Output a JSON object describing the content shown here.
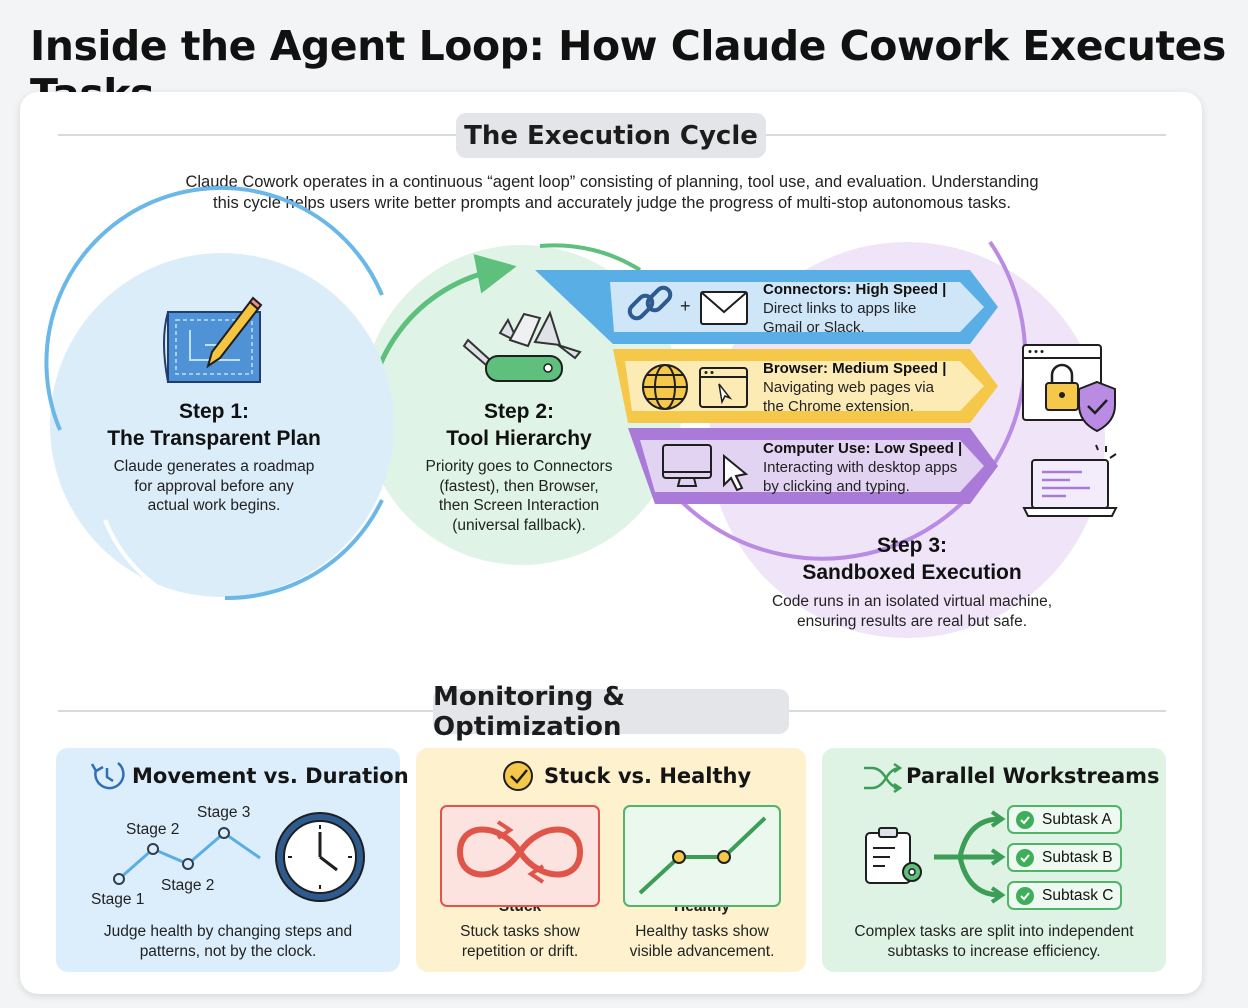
{
  "title": "Inside the Agent Loop: How Claude Cowork Executes Tasks",
  "execution": {
    "heading": "The Execution Cycle",
    "intro_line1": "Claude Cowork operates in a continuous “agent loop” consisting of planning, tool use, and evaluation. Understanding",
    "intro_line2": "this cycle helps users write better prompts and accurately judge the progress of multi-stop autonomous tasks.",
    "step1": {
      "title_line1": "Step 1:",
      "title_line2": "The Transparent Plan",
      "desc": [
        "Claude generates a roadmap",
        "for approval before any",
        "actual work begins."
      ],
      "icon": "blueprint-pencil-icon"
    },
    "step2": {
      "title_line1": "Step 2:",
      "title_line2": "Tool Hierarchy",
      "desc": [
        "Priority goes to Connectors",
        "(fastest), then Browser,",
        "then Screen Interaction",
        "(universal fallback)."
      ],
      "icon": "multitool-icon"
    },
    "step3": {
      "title_line1": "Step 3:",
      "title_line2": "Sandboxed Execution",
      "desc": [
        "Code runs in an isolated virtual machine,",
        "ensuring results are real but safe."
      ],
      "icons": [
        "locked-window-shield-icon",
        "laptop-code-icon"
      ]
    },
    "tools": [
      {
        "title": "Connectors: High Speed |",
        "desc": [
          "Direct links to apps like",
          "Gmail or Slack."
        ],
        "color": "#5aaee6",
        "plus": "+"
      },
      {
        "title": "Browser: Medium Speed |",
        "desc": [
          "Navigating web pages via",
          "the Chrome extension."
        ],
        "color": "#f6c84a"
      },
      {
        "title": "Computer Use: Low Speed |",
        "desc": [
          "Interacting with desktop apps",
          "by clicking and typing."
        ],
        "color": "#a97ad8"
      }
    ]
  },
  "monitoring": {
    "heading": "Monitoring & Optimization",
    "panels": [
      {
        "title": "Movement vs. Duration",
        "icon": "clock-refresh-icon",
        "labels": [
          "Stage 1",
          "Stage 2",
          "Stage 2",
          "Stage 3"
        ],
        "desc": [
          "Judge health by changing steps and",
          "patterns, not by the clock."
        ],
        "color": "#dceefb"
      },
      {
        "title": "Stuck vs. Healthy",
        "icon": "check-circle-icon",
        "stuck_label": "Stuck",
        "healthy_label": "Healthy",
        "stuck_desc": [
          "Stuck tasks show",
          "repetition or drift."
        ],
        "healthy_desc": [
          "Healthy tasks show",
          "visible advancement."
        ],
        "color": "#fdf2cd"
      },
      {
        "title": "Parallel Workstreams",
        "icon": "shuffle-icon",
        "subtasks": [
          "Subtask A",
          "Subtask B",
          "Subtask C"
        ],
        "desc": [
          "Complex tasks are split into independent",
          "subtasks to increase efficiency."
        ],
        "color": "#def3e4"
      }
    ]
  }
}
